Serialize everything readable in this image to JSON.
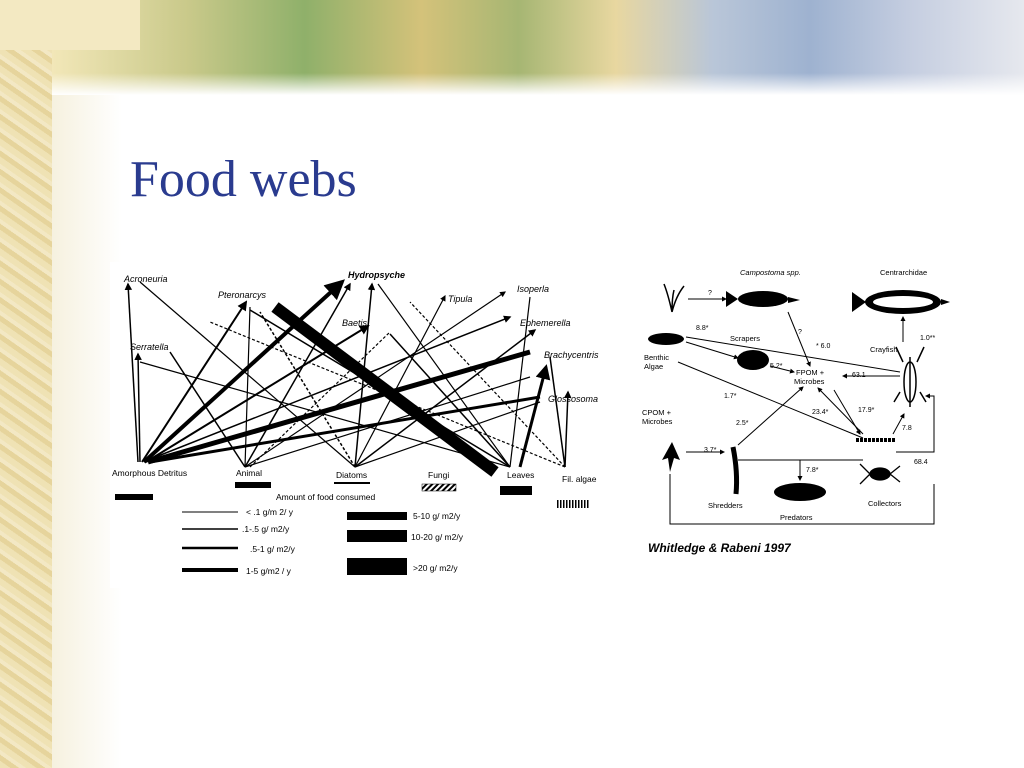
{
  "slide": {
    "title": "Food webs"
  },
  "left_web": {
    "consumers": [
      "Acroneuria",
      "Pteronarcys",
      "Hydropsyche",
      "Tipula",
      "Isoperla",
      "Ephemerella",
      "Baetis",
      "Serratella",
      "Brachycentris",
      "Glossosoma"
    ],
    "resources": [
      "Amorphous Detritus",
      "Animal",
      "Diatoms",
      "Fungi",
      "Leaves",
      "Fil. algae"
    ],
    "legend_title": "Amount of food consumed",
    "legend": [
      "< .1 g/m 2/ y",
      ".1-.5 g/ m2/y",
      ".5-1 g/ m2/y",
      "1-5 g/m2 / y",
      "5-10 g/ m2/y",
      "10-20 g/ m2/y",
      ">20 g/ m2/y"
    ]
  },
  "right_web": {
    "nodes": [
      "Campostoma spp.",
      "Centrarchidae",
      "Benthic Algae",
      "Scrapers",
      "FPOM + Microbes",
      "Crayfish",
      "CPOM + Microbes",
      "Shredders",
      "Predators",
      "Collectors"
    ],
    "values": [
      "?",
      "8.8*",
      "?",
      "* 6.0",
      "5.2*",
      "63.1",
      "1.0**",
      "1.7*",
      "2.5*",
      "23.4*",
      "17.9*",
      "7.8",
      "3.7*",
      "7.8*",
      "68.4"
    ],
    "citation": "Whitledge & Rabeni 1997"
  }
}
